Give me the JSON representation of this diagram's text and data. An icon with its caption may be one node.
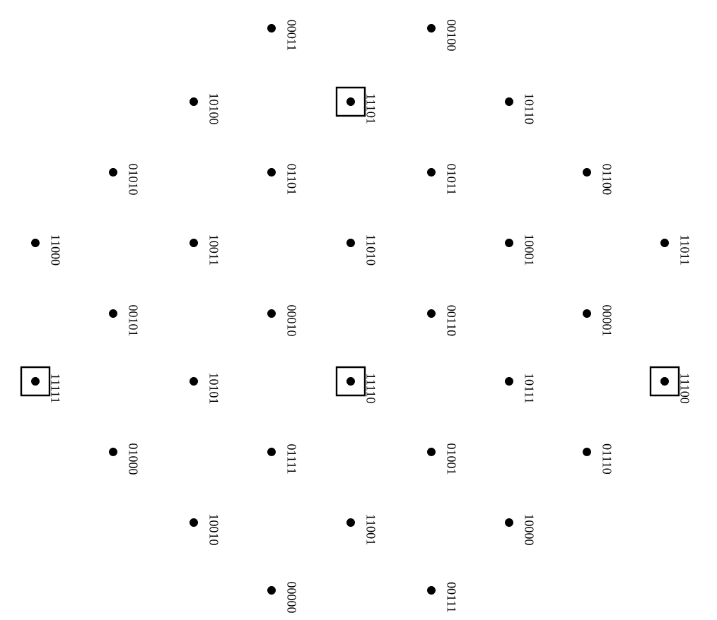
{
  "diagram": {
    "labels": [
      "00011",
      "00100",
      "10100",
      "11101",
      "10110",
      "01010",
      "01101",
      "01011",
      "01100",
      "11000",
      "10011",
      "11010",
      "10001",
      "11011",
      "00101",
      "00010",
      "00110",
      "00001",
      "11111",
      "10101",
      "11110",
      "10111",
      "11100",
      "01000",
      "01111",
      "01001",
      "01110",
      "10010",
      "11001",
      "10000",
      "00000",
      "00111"
    ]
  }
}
